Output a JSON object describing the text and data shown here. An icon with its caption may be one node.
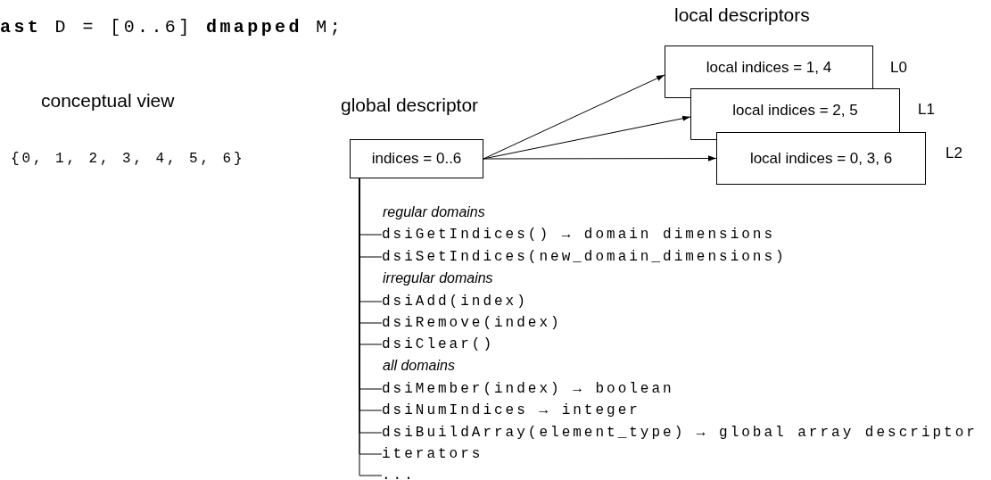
{
  "diagram": {
    "nodes": [
      {
        "text": [
          "indices = 0..6"
        ],
        "beside": [
          "global descriptor"
        ]
      },
      {
        "text": [
          "local indices = 1, 4"
        ],
        "beside": [
          "L0"
        ]
      },
      {
        "text": [
          "local indices = 2, 5"
        ],
        "beside": [
          "L1"
        ]
      },
      {
        "text": [
          "local indices = 0, 3, 6"
        ],
        "beside": [
          "L2"
        ]
      },
      {
        "text": [
          "dsiGetIndices() → domain dimensions"
        ]
      },
      {
        "text": [
          "dsiSetIndices(new_domain_dimensions)"
        ]
      },
      {
        "text": [
          "dsiAdd(index)"
        ]
      },
      {
        "text": [
          "dsiRemove(index)"
        ]
      },
      {
        "text": [
          "dsiClear()"
        ]
      },
      {
        "text": [
          "dsiMember(index) → boolean"
        ]
      },
      {
        "text": [
          "dsiNumIndices → integer"
        ]
      },
      {
        "text": [
          "dsiBuildArray(element_type) → global array descriptor"
        ]
      },
      {
        "text": [
          "iterators"
        ]
      },
      {
        "text": [
          "..."
        ]
      }
    ],
    "edges": [
      {
        "from": 0,
        "to": 1,
        "arrow": "to"
      },
      {
        "from": 0,
        "to": 2,
        "arrow": "to"
      },
      {
        "from": 0,
        "to": 3,
        "arrow": "to"
      },
      {
        "from": 0,
        "to": 4,
        "arrow": "none"
      },
      {
        "from": 0,
        "to": 5,
        "arrow": "none"
      },
      {
        "from": 0,
        "to": 6,
        "arrow": "none"
      },
      {
        "from": 0,
        "to": 7,
        "arrow": "none"
      },
      {
        "from": 0,
        "to": 8,
        "arrow": "none"
      },
      {
        "from": 0,
        "to": 9,
        "arrow": "none"
      },
      {
        "from": 0,
        "to": 10,
        "arrow": "none"
      },
      {
        "from": 0,
        "to": 11,
        "arrow": "none"
      },
      {
        "from": 0,
        "to": 12,
        "arrow": "none"
      },
      {
        "from": 0,
        "to": 13,
        "arrow": "none"
      }
    ],
    "labels": [
      "**ast** D = [0..6] **dmapped** M;",
      "local descriptors",
      "conceptual view",
      "{0, 1, 2, 3, 4, 5, 6}",
      "regular domains",
      "irregular domains",
      "all domains"
    ]
  }
}
